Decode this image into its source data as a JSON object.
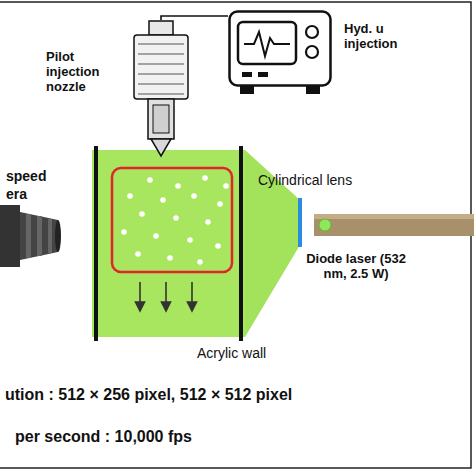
{
  "diagram": {
    "nodes": [
      {
        "text": [
          "Pilot injection nozzle"
        ]
      },
      {
        "text": [
          "Hyd. u injection"
        ]
      },
      {
        "text": [
          "Diode laser (532 nm, 2.5 W)"
        ]
      }
    ],
    "edges": [
      {
        "from": 0,
        "to": 1,
        "arrow": "none"
      }
    ],
    "labels": [
      "speed",
      "era",
      "Cylindrical lens",
      "Acrylic wall",
      "ution : 512 × 256 pixel, 512 × 512 pixel",
      "per second : 10,000 fps"
    ]
  }
}
